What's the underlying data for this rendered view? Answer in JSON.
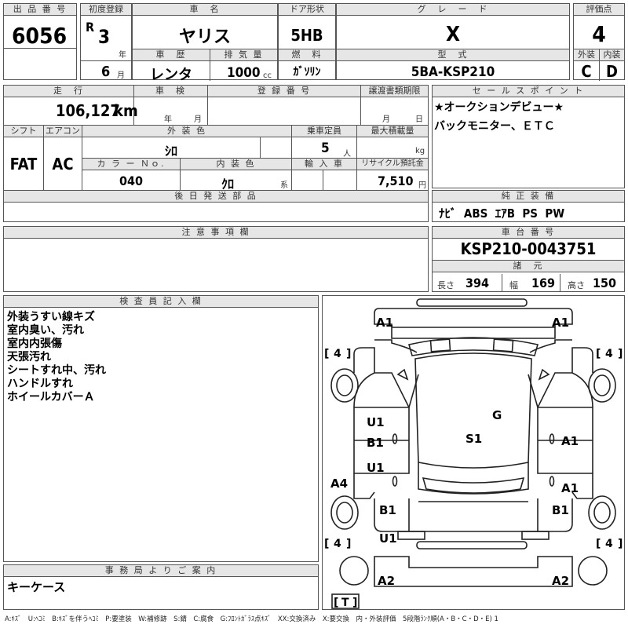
{
  "header": {
    "lot_label": "出 品 番 号",
    "lot_number": "6056",
    "first_reg_label": "初度登録",
    "era": "R",
    "year": "3",
    "year_unit": "年",
    "month": "6",
    "month_unit": "月",
    "car_name_label": "車　名",
    "car_name": "ヤリス",
    "door_label": "ドア形状",
    "door": "5HB",
    "grade_label": "グ　レ　ー　ド",
    "grade": "X",
    "rating_label": "評価点",
    "rating": "4",
    "history_label": "車　歴",
    "history": "レンタ",
    "displacement_label": "排 気 量",
    "displacement": "1000",
    "displacement_unit": "cc",
    "fuel_label": "燃　料",
    "fuel": "ｶﾞｿﾘﾝ",
    "model_label": "型　式",
    "model": "5BA-KSP210",
    "exterior_label": "外装",
    "exterior": "C",
    "interior_label": "内装",
    "interior": "D"
  },
  "specs": {
    "mileage_label": "走　行",
    "mileage": "106,127",
    "mileage_unit": "km",
    "inspection_label": "車　検",
    "inspection_year_unit": "年",
    "inspection_month_unit": "月",
    "plate_label": "登 録 番 号",
    "transfer_label": "譲渡書類期限",
    "transfer_month_unit": "月",
    "transfer_day_unit": "日",
    "shift_label": "シフト",
    "shift": "FAT",
    "ac_label": "エアコン",
    "ac": "AC",
    "color_label": "外 装 色",
    "color": "ｼﾛ",
    "capacity_label": "乗車定員",
    "capacity": "5",
    "capacity_unit": "人",
    "load_label": "最大積載量",
    "load_unit": "kg",
    "color_no_label": "カ ラ ー Ｎｏ.",
    "color_no": "040",
    "int_color_label": "内 装 色",
    "int_color": "ｸﾛ",
    "int_color_unit": "系",
    "import_label": "輸 入 車",
    "recycle_label": "リサイクル預託金",
    "recycle": "7,510",
    "recycle_unit": "円",
    "later_parts_label": "後 日 発 送 部 品"
  },
  "sales": {
    "label": "セ ー ル ス ポ イ ン ト",
    "lines": [
      "★オークションデビュー★",
      "バックモニター、ＥＴＣ"
    ]
  },
  "equipment": {
    "label": "純 正 装 備",
    "value": "ﾅﾋﾞ  ABS  ｴｱB  PS  PW"
  },
  "notes": {
    "label": "注 意 事 項 欄"
  },
  "chassis": {
    "label": "車 台 番 号",
    "value": "KSP210-0043751",
    "dims_label": "諸　元",
    "length_label": "長さ",
    "length": "394",
    "width_label": "幅",
    "width": "169",
    "height_label": "高さ",
    "height": "150"
  },
  "inspector": {
    "label": "検 査 員 記 入 欄",
    "lines": [
      "外装うすい線キズ",
      "室内臭い、汚れ",
      "室内内張傷",
      "天張汚れ",
      "シートすれ中、汚れ",
      "ハンドルすれ",
      "ホイールカバーＡ"
    ]
  },
  "office": {
    "label": "事 務 局 よ り ご 案 内",
    "value": "キーケース"
  },
  "diagram": {
    "marks": {
      "a1_tl": "A1",
      "a1_tr": "A1",
      "g": "G",
      "s1": "S1",
      "u1_l": "U1",
      "b1_l": "B1",
      "a1_r1": "A1",
      "u1_l2": "U1",
      "a4": "A4",
      "a1_r2": "A1",
      "b1_l2": "B1",
      "b1_r": "B1",
      "u1_bl": "U1",
      "a2_l": "A2",
      "a2_r": "A2"
    },
    "tires": {
      "fl": "4",
      "fr": "4",
      "rl": "4",
      "rr": "4",
      "spare": "T"
    }
  },
  "legend": "A:ｷｽﾞ　U:ﾍｺﾐ　B:ｷｽﾞを伴うﾍｺﾐ　P:要塗装　W:補修跡　S:錆　C:腐食　G:ﾌﾛﾝﾄｶﾞﾗｽ点ｷｽﾞ　XX:交換済み　X:要交換　内・外装評価　5段階ﾗﾝｸ順(A・B・C・D・E) 1"
}
